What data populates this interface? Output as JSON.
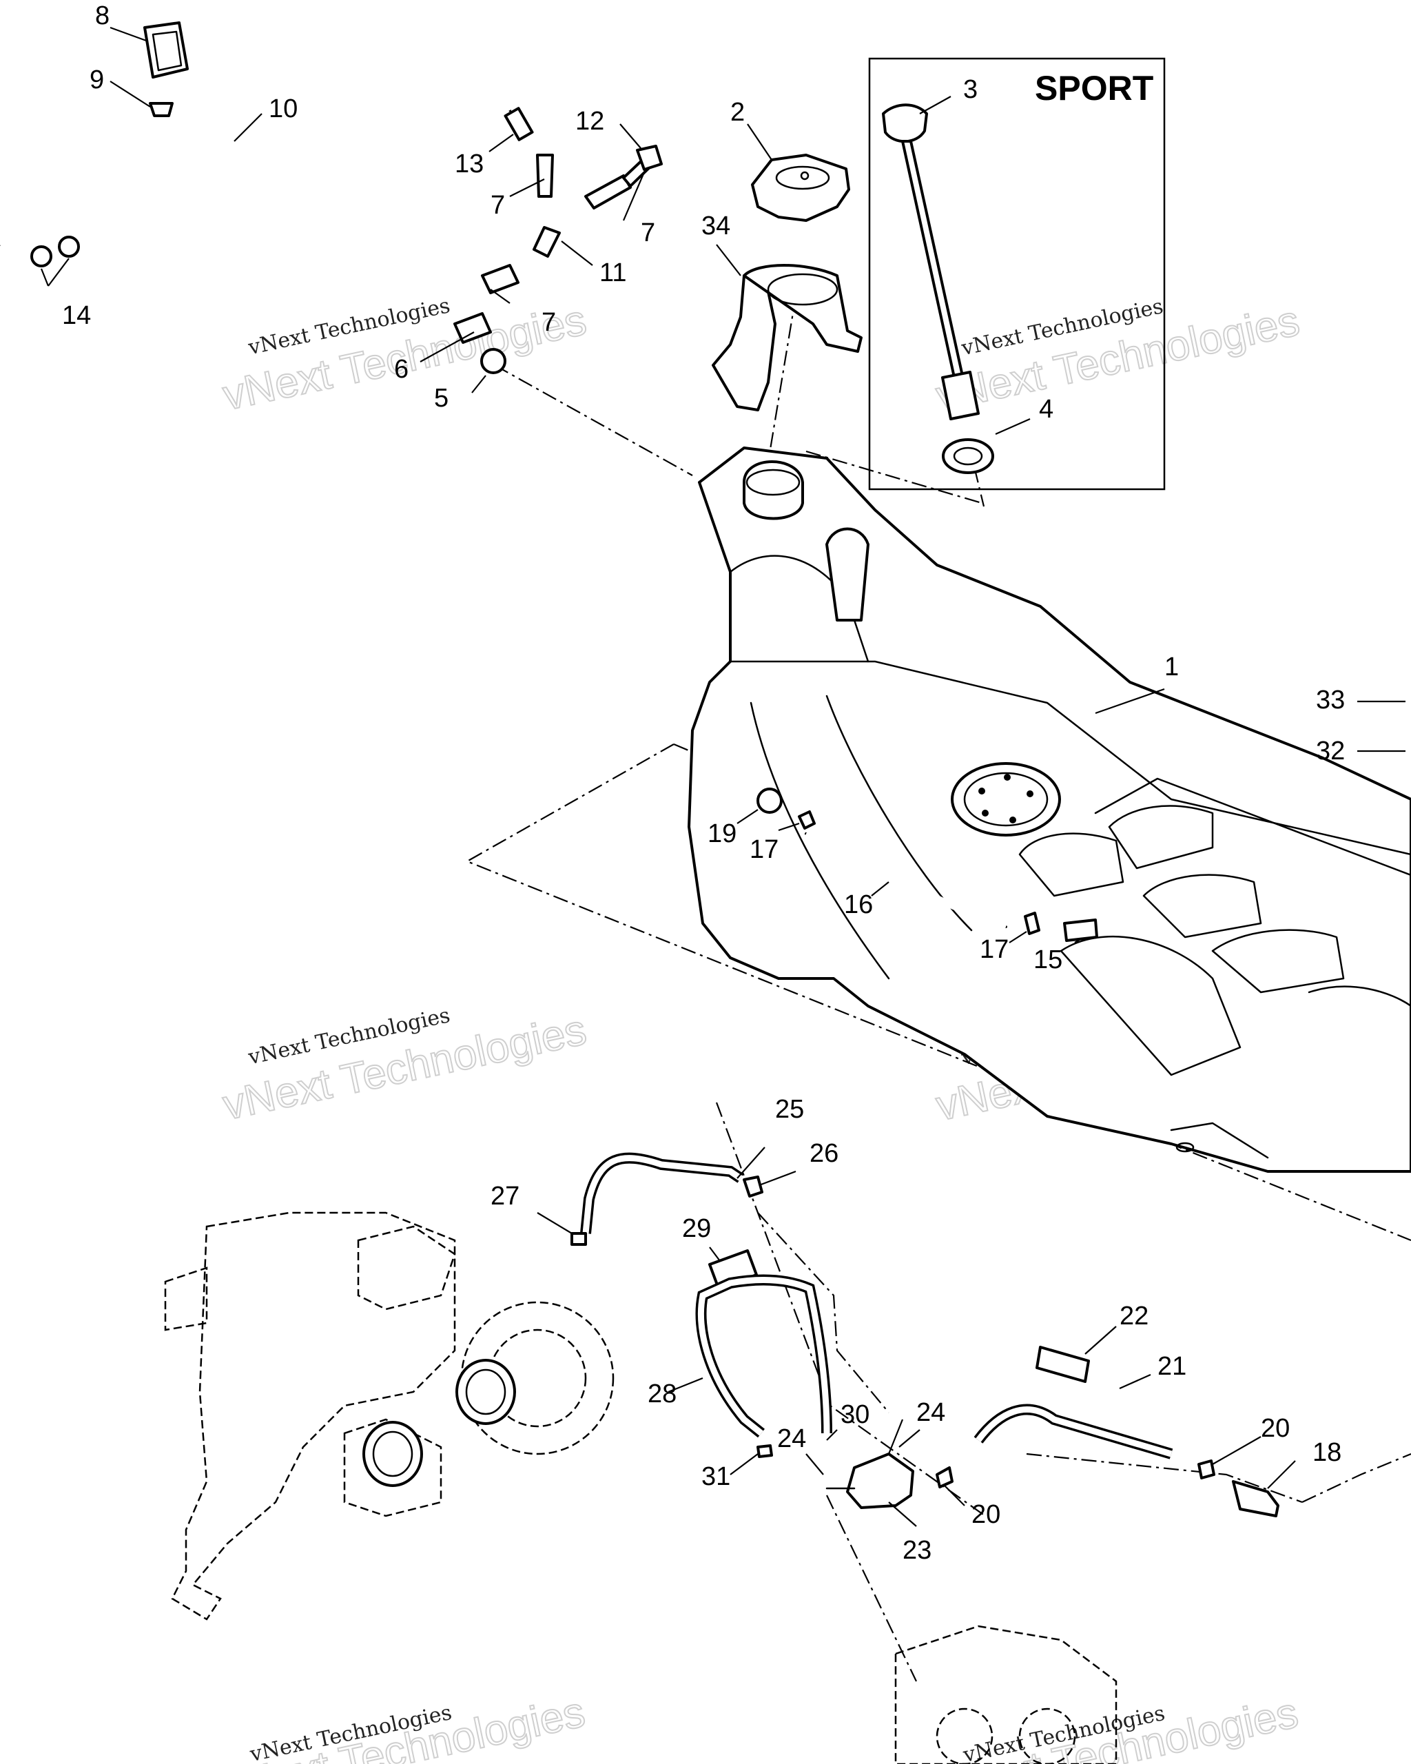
{
  "diagram": {
    "frame_label": "SPORT",
    "watermark_line1": "vNext Technologies",
    "watermark_line2": "vNext Technologies",
    "callouts": [
      "1",
      "2",
      "3",
      "4",
      "5",
      "6",
      "7",
      "7",
      "7",
      "8",
      "9",
      "10",
      "11",
      "12",
      "13",
      "14",
      "15",
      "16",
      "17",
      "17",
      "18",
      "19",
      "20",
      "20",
      "21",
      "22",
      "23",
      "24",
      "24",
      "25",
      "26",
      "27",
      "28",
      "29",
      "30",
      "31",
      "32",
      "33",
      "34"
    ]
  }
}
